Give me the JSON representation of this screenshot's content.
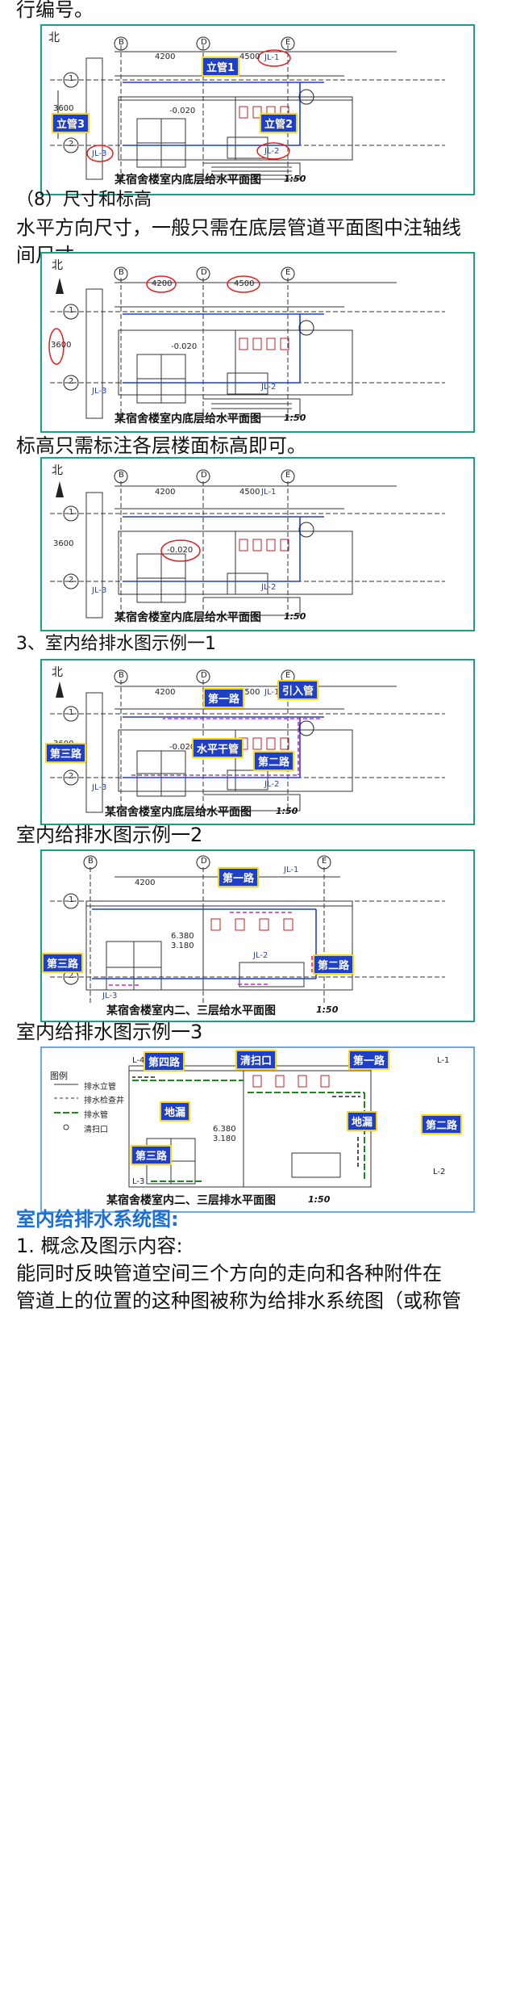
{
  "text": {
    "line1": "行编号。",
    "sec8": "（8）尺寸和标高",
    "para1a": "水平方向尺寸，一般只需在底层管道平面图中注轴线",
    "para1b": "间尺寸。",
    "para2": "标高只需标注各层楼面标高即可。",
    "sec3": "3、室内给排水图示例一1",
    "ex2": "室内给排水图示例一2",
    "ex3": "室内给排水图示例一3",
    "sysTitle": "室内给排水系统图:",
    "concept": "1. 概念及图示内容:",
    "para3a": "能同时反映管道空间三个方向的走向和各种附件在",
    "para3b": "管道上的位置的这种图被称为给排水系统图（或称管"
  },
  "common": {
    "north": "北",
    "axisB": "B",
    "axisD": "D",
    "axisE": "E",
    "axis1": "1",
    "axis2": "2",
    "dim1": "4200",
    "dim2": "4500",
    "dimV": "3600",
    "elev": "-0.020",
    "jl1": "JL-1",
    "jl2": "JL-2",
    "jl3": "JL-3",
    "scale": "1:50"
  },
  "fig1": {
    "caption": "某宿舍楼室内底层给水平面图",
    "tag1": "立管1",
    "tag2": "立管2",
    "tag3": "立管3"
  },
  "fig2": {
    "caption": "某宿舍楼室内底层给水平面图"
  },
  "fig3": {
    "caption": "某宿舍楼室内底层给水平面图"
  },
  "fig4": {
    "caption": "某宿舍楼室内底层给水平面图",
    "tagRoad1": "第一路",
    "tagRoad2": "第二路",
    "tagRoad3": "第三路",
    "tagInlet": "引入管",
    "tagMain": "水平干管"
  },
  "fig5": {
    "caption": "某宿舍楼室内二、三层给水平面图",
    "tagRoad1": "第一路",
    "tagRoad2": "第二路",
    "tagRoad3": "第三路",
    "elevA": "6.380",
    "elevB": "3.180"
  },
  "fig6": {
    "caption": "某宿舍楼室内二、三层排水平面图",
    "tagRoad1": "第一路",
    "tagRoad2": "第二路",
    "tagRoad3": "第三路",
    "tagRoad4": "第四路",
    "tagClean": "清扫口",
    "tagDrainA": "地漏",
    "tagDrainB": "地漏",
    "legendTitle": "图例",
    "legend1": "排水立管",
    "legend2": "排水检查井",
    "legend3": "排水管",
    "legend4": "清扫口",
    "elevA": "6.380",
    "elevB": "3.180",
    "l4": "L-4",
    "l1": "L-1",
    "l2": "L-2",
    "l3": "L-3"
  },
  "colors": {
    "frame": "#19a08a",
    "tagFill": "#1f3fc4",
    "tagBorder": "#ffd400",
    "highlight": "#e02020",
    "pipe": "#1d3fd8",
    "route": "#d020d0"
  }
}
